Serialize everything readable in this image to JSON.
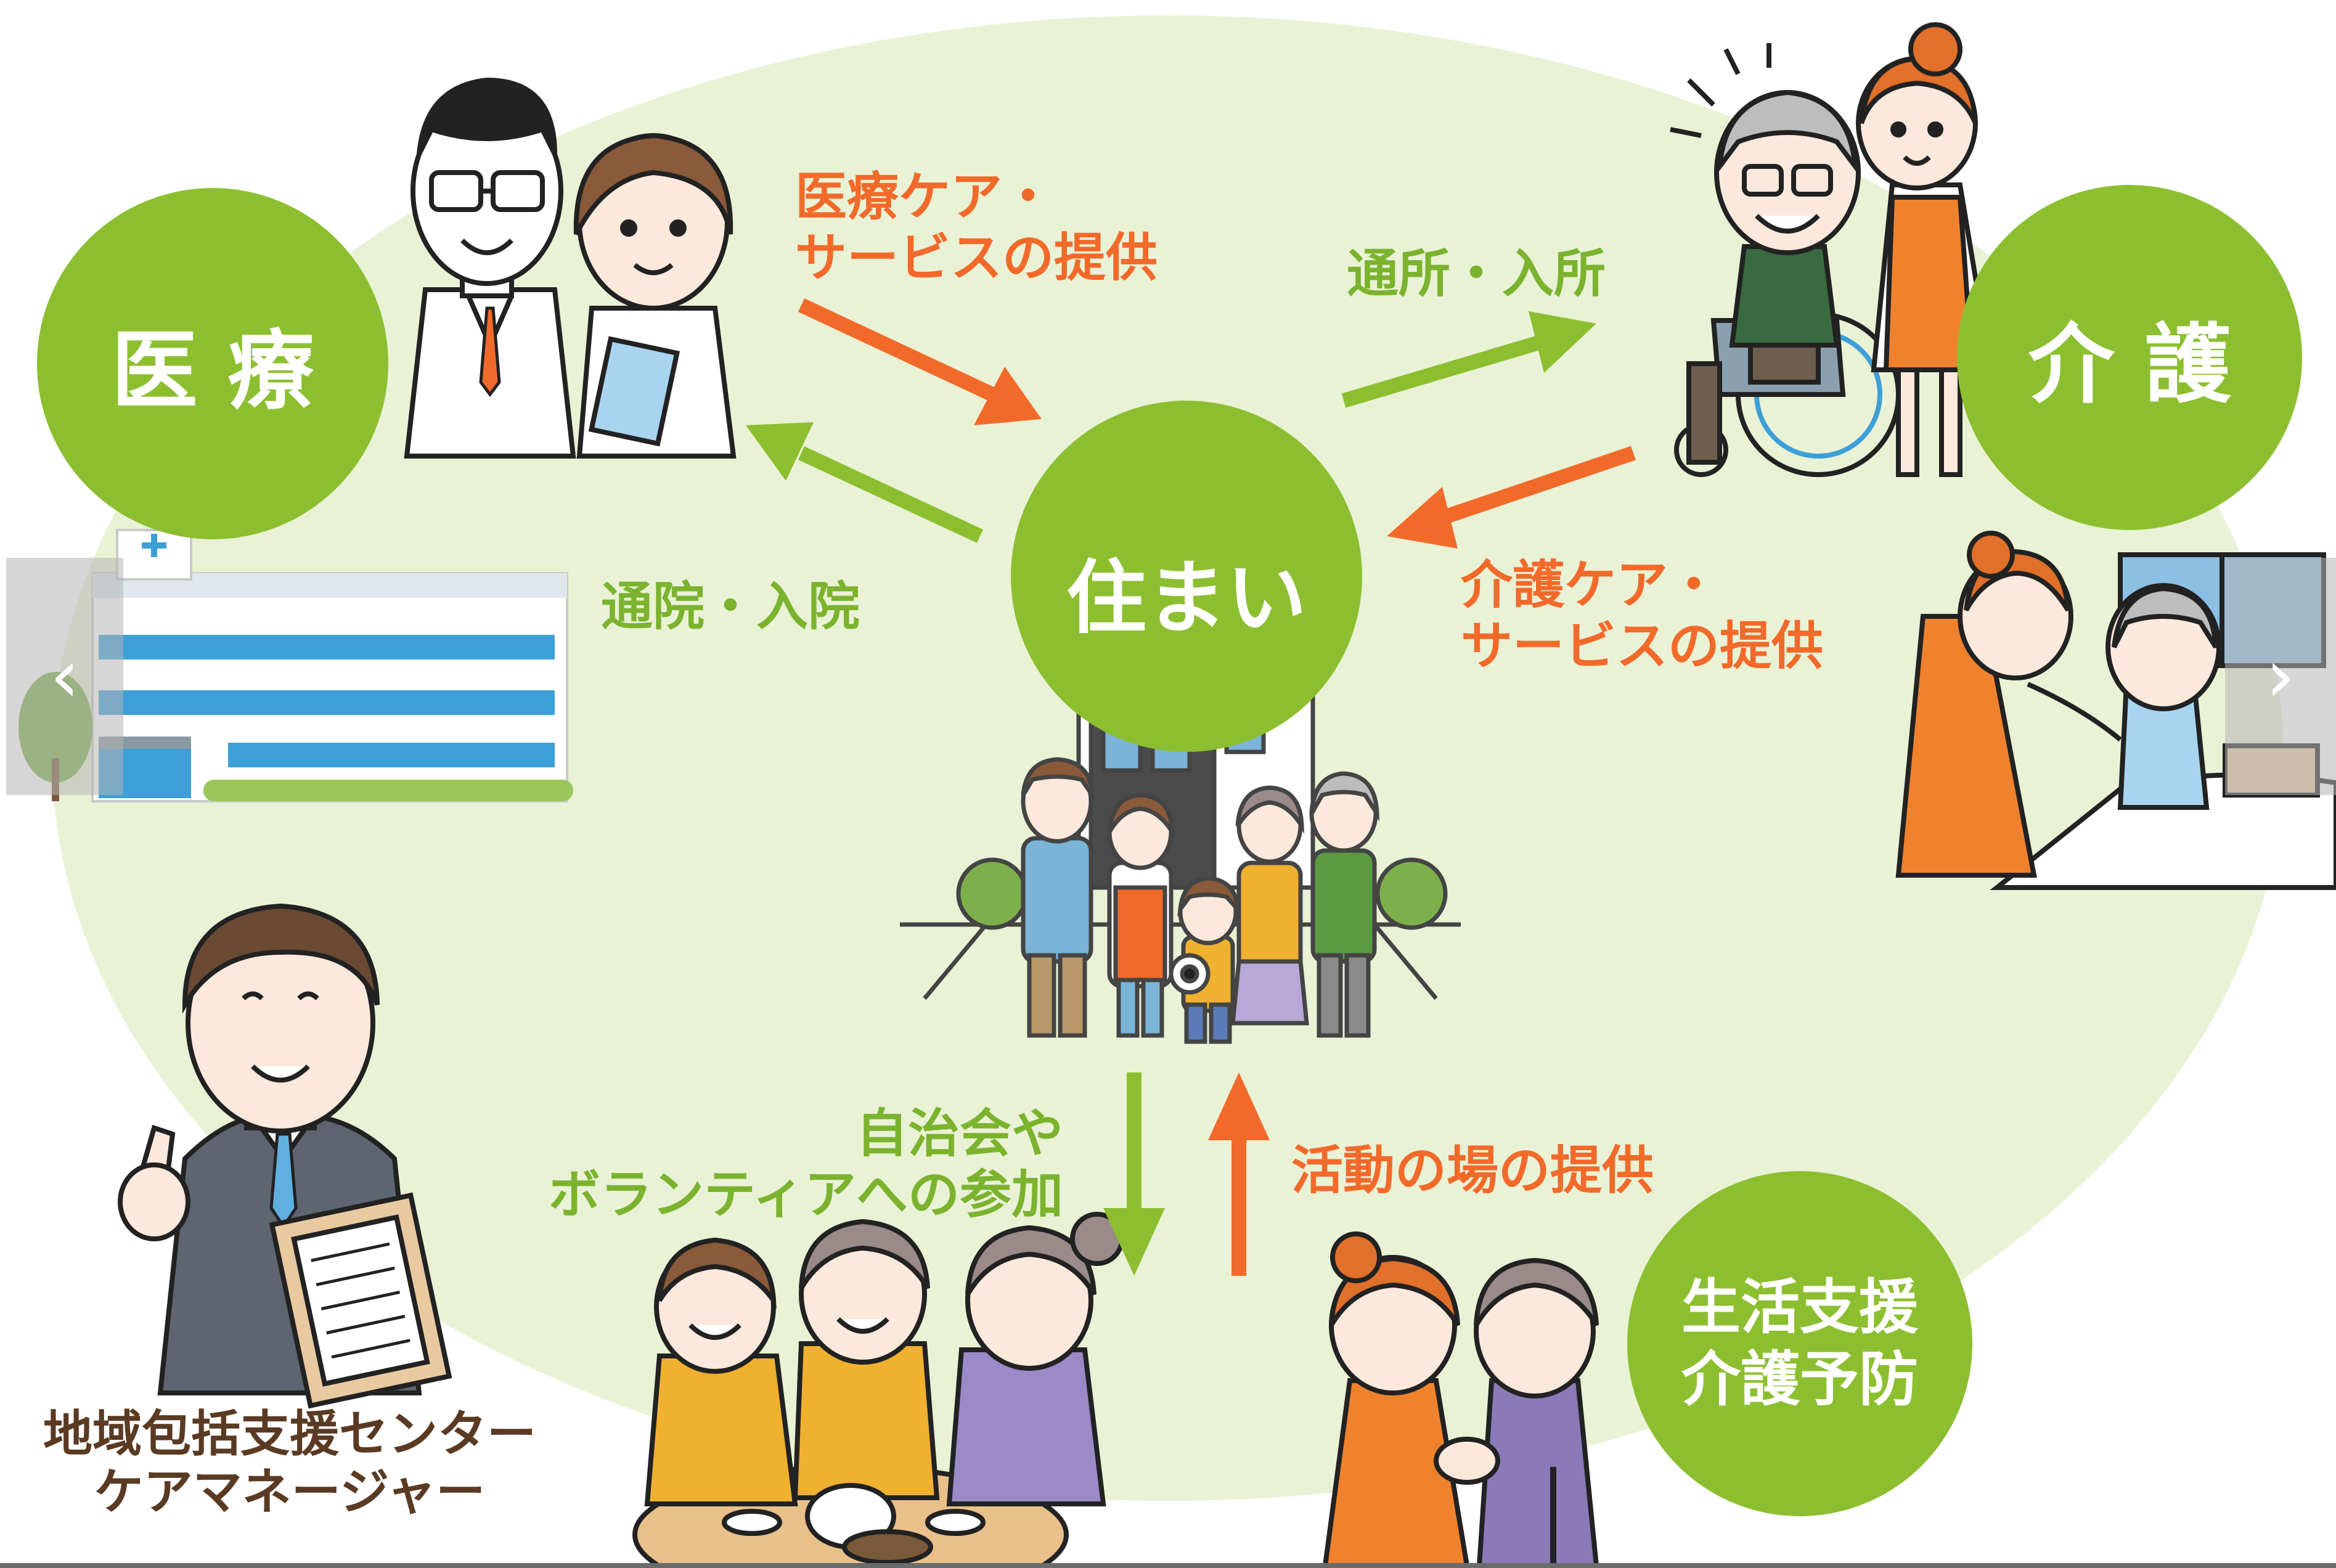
{
  "colors": {
    "green": "#8cbf2f",
    "green_text": "#7bb32e",
    "orange": "#f26a2a",
    "brown": "#5a3a22",
    "ellipse": "#eaf2d6",
    "white": "#ffffff"
  },
  "nodes": {
    "iryo": "医 療",
    "kaigo": "介 護",
    "sumai": "住まい",
    "seikatsu_line1": "生活支援",
    "seikatsu_line2": "介護予防"
  },
  "edges": {
    "iryo_care_line1": "医療ケア・",
    "iryo_care_line2": "サービスの提供",
    "tsuin": "通院・入院",
    "tsusho": "通所・入所",
    "kaigo_care_line1": "介護ケア・",
    "kaigo_care_line2": "サービスの提供",
    "sanka_line1": "自治会や",
    "sanka_line2": "ボランティアへの参加",
    "katsudo": "活動の場の提供"
  },
  "caption": {
    "line1": "地域包括支援センター",
    "line2": "ケアマネージャー"
  },
  "icons": {
    "hospital": "hospital-illustration",
    "doctor": "doctor-illustration",
    "nurse": "nurse-illustration",
    "wheelchair": "wheelchair-elder-illustration",
    "caregiver": "caregiver-illustration",
    "bedcare": "bedside-care-illustration",
    "house": "house-family-illustration",
    "manager": "care-manager-illustration",
    "teaparty": "elder-tea-party-illustration",
    "support": "support-pair-illustration",
    "prev": "chevron-left-icon",
    "next": "chevron-right-icon"
  }
}
